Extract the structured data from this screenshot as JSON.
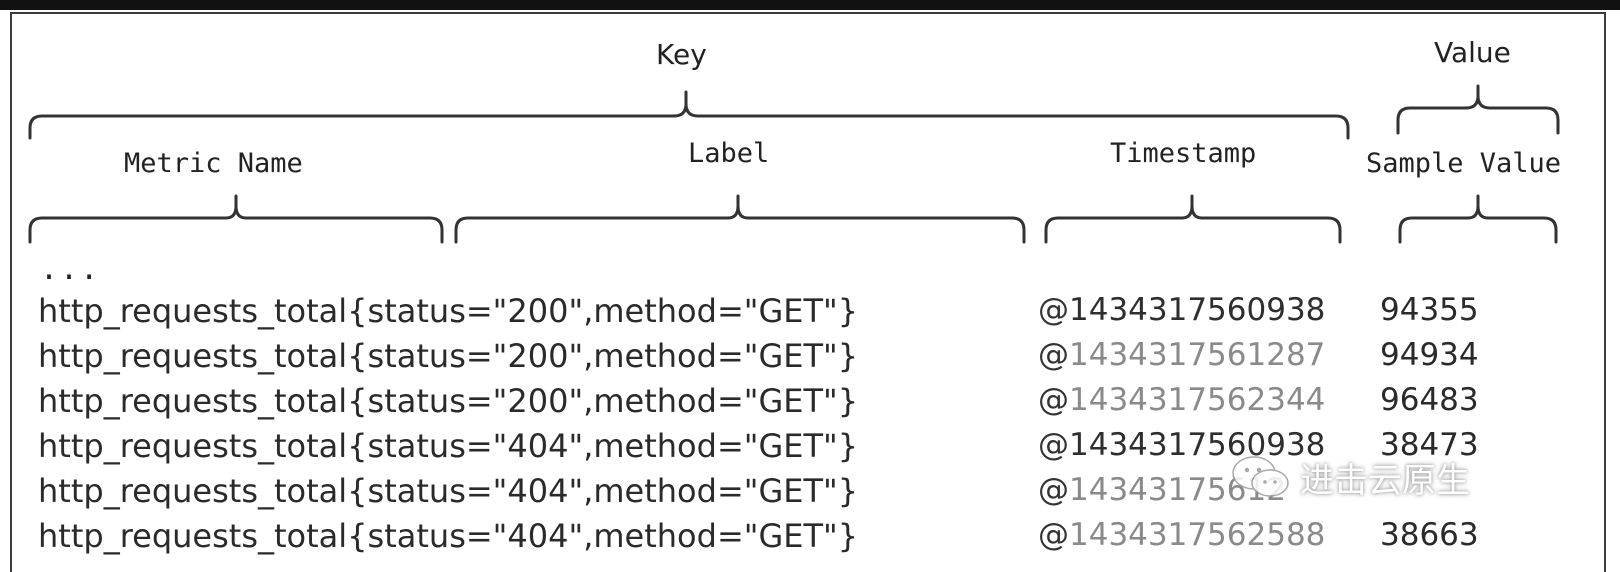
{
  "header": {
    "key": "Key",
    "value": "Value"
  },
  "columns": {
    "metric_name": "Metric Name",
    "label": "Label",
    "timestamp": "Timestamp",
    "sample_value": "Sample Value"
  },
  "ellipsis": "...",
  "rows": [
    {
      "key": "http_requests_total{status=\"200\",method=\"GET\"}",
      "timestamp": "1434317560938",
      "value": "94355",
      "ts_color": "#2e2e2e"
    },
    {
      "key": "http_requests_total{status=\"200\",method=\"GET\"}",
      "timestamp": "1434317561287",
      "value": "94934",
      "ts_color": "#8a8a8a"
    },
    {
      "key": "http_requests_total{status=\"200\",method=\"GET\"}",
      "timestamp": "1434317562344",
      "value": "96483",
      "ts_color": "#8a8a8a"
    },
    {
      "key": "http_requests_total{status=\"404\",method=\"GET\"}",
      "timestamp": "1434317560938",
      "value": "38473",
      "ts_color": "#2e2e2e"
    },
    {
      "key": "http_requests_total{status=\"404\",method=\"GET\"}",
      "timestamp": "14343175612",
      "value": "",
      "ts_color": "#8a8a8a"
    },
    {
      "key": "http_requests_total{status=\"404\",method=\"GET\"}",
      "timestamp": "1434317562588",
      "value": "38663",
      "ts_color": "#8a8a8a"
    }
  ],
  "timestamp_prefix": "@",
  "watermark": {
    "icon": "wechat-icon",
    "text": "进击云原生"
  }
}
